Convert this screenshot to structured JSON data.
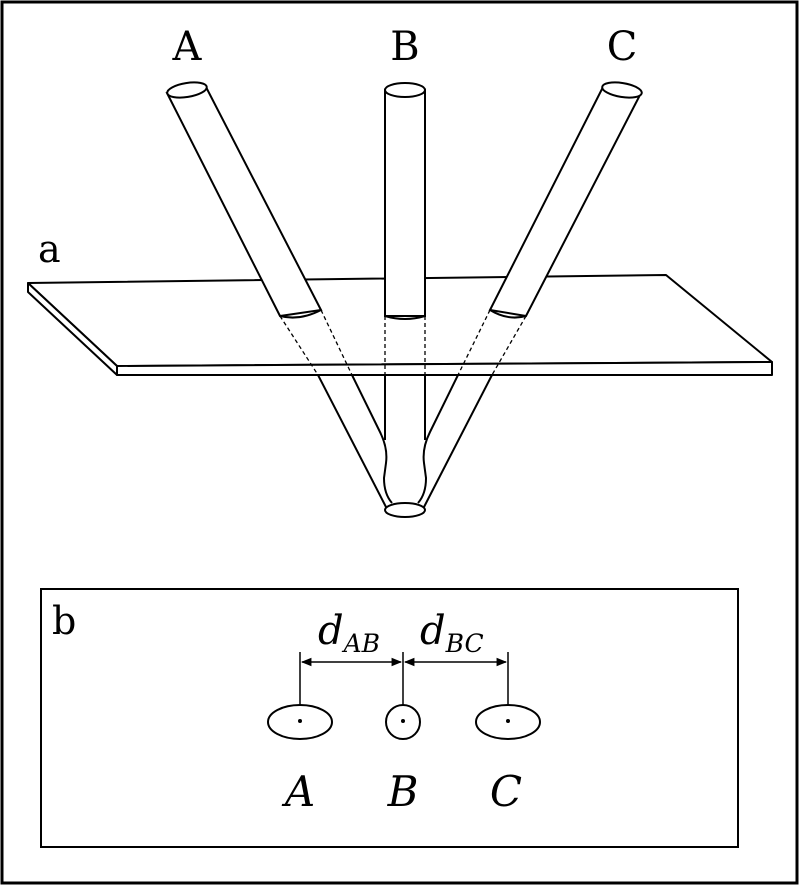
{
  "panel_a": {
    "label": "a",
    "rods": [
      {
        "id": "rod-a",
        "label": "A"
      },
      {
        "id": "rod-b",
        "label": "B"
      },
      {
        "id": "rod-c",
        "label": "C"
      }
    ]
  },
  "panel_b": {
    "label": "b",
    "distances": {
      "ab": {
        "main": "d",
        "sub": "AB"
      },
      "bc": {
        "main": "d",
        "sub": "BC"
      }
    },
    "holes": [
      {
        "id": "hole-a",
        "label": "A"
      },
      {
        "id": "hole-b",
        "label": "B"
      },
      {
        "id": "hole-c",
        "label": "C"
      }
    ]
  }
}
